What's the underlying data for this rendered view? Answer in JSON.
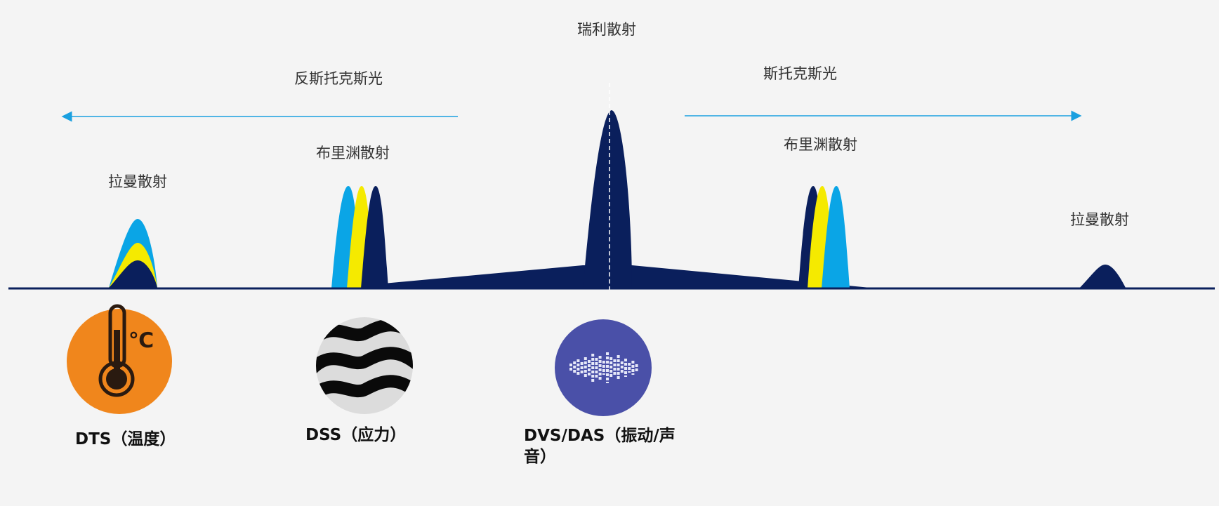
{
  "labels": {
    "rayleigh": "瑞利散射",
    "anti_stokes": "反斯托克斯光",
    "stokes": "斯托克斯光",
    "brillouin_left": "布里渊散射",
    "brillouin_right": "布里渊散射",
    "raman_left": "拉曼散射",
    "raman_right": "拉曼散射"
  },
  "captions": {
    "dts": "DTS（温度）",
    "dss": "DSS（应力）",
    "dvs": "DVS/DAS（振动/声音）"
  },
  "icons": {
    "dts": "thermometer-icon",
    "dts_unit": "℃",
    "dss": "wave-strain-icon",
    "dvs": "sound-wave-icon"
  },
  "colors": {
    "navy": "#0a1f5c",
    "cyan": "#0aa5e6",
    "yellow": "#f5ea00",
    "orange": "#f0861c",
    "indigo": "#4a50a8",
    "arrow": "#1aa0e0",
    "background": "#f4f4f4"
  }
}
